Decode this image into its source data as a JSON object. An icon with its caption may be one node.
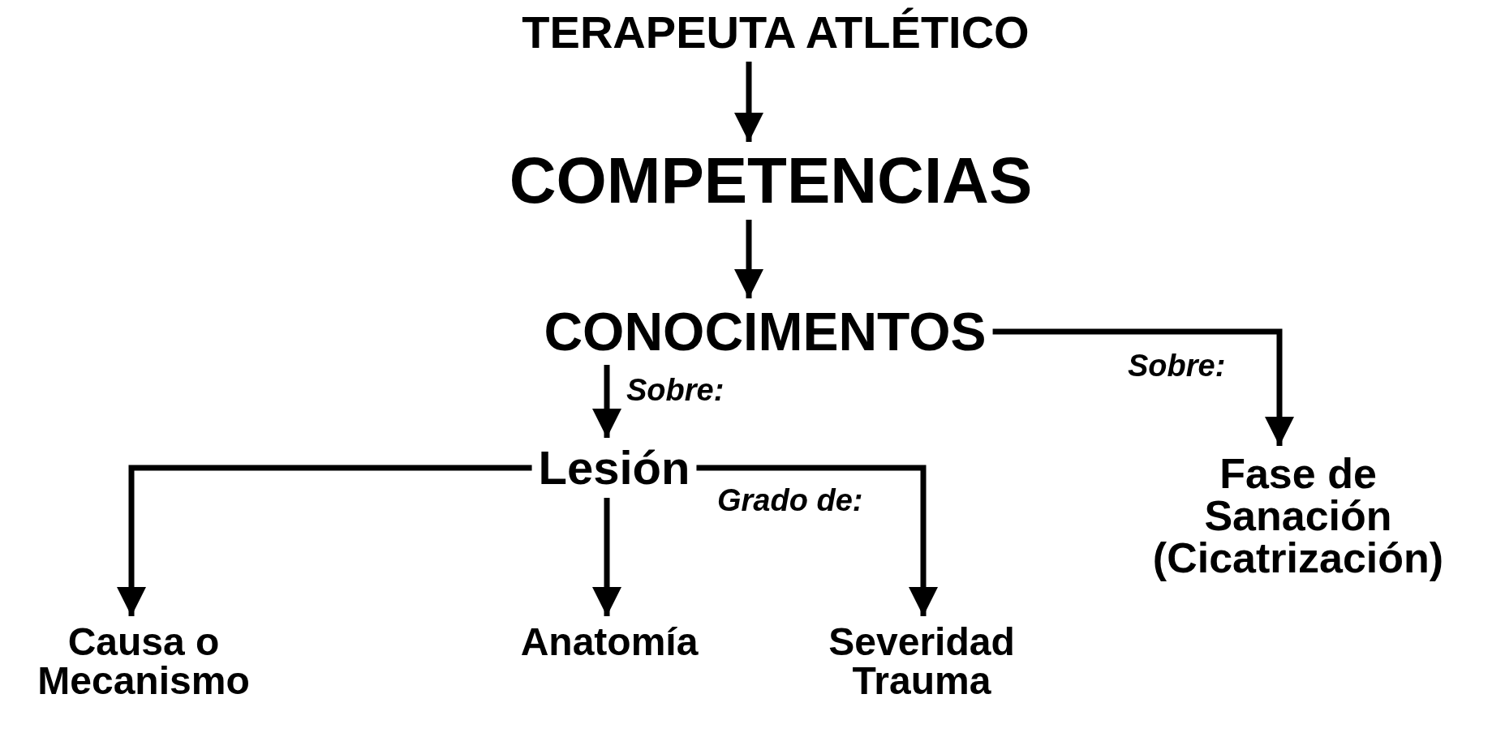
{
  "diagram": {
    "nodes": [
      {
        "text": [
          "TERAPEUTA ATLÉTICO"
        ]
      },
      {
        "text": [
          "COMPETENCIAS"
        ]
      },
      {
        "text": [
          "CONOCIMENTOS"
        ]
      },
      {
        "text": [
          "Lesión"
        ]
      },
      {
        "text": [
          "Fase de Sanación (Cicatrización)"
        ]
      },
      {
        "text": [
          "Causa o Mecanismo"
        ]
      },
      {
        "text": [
          "Anatomía"
        ]
      },
      {
        "text": [
          "Severidad Trauma"
        ]
      }
    ],
    "edges": [
      {
        "from": 0,
        "to": 1,
        "arrow": "to"
      },
      {
        "from": 1,
        "to": 2,
        "arrow": "to"
      },
      {
        "from": 2,
        "to": 3,
        "arrow": "to",
        "label": "Sobre:"
      },
      {
        "from": 2,
        "to": 4,
        "arrow": "to",
        "label": "Sobre:"
      },
      {
        "from": 3,
        "to": 5,
        "arrow": "to"
      },
      {
        "from": 3,
        "to": 6,
        "arrow": "to"
      },
      {
        "from": 3,
        "to": 7,
        "arrow": "to",
        "label": "Grado de:"
      }
    ]
  }
}
